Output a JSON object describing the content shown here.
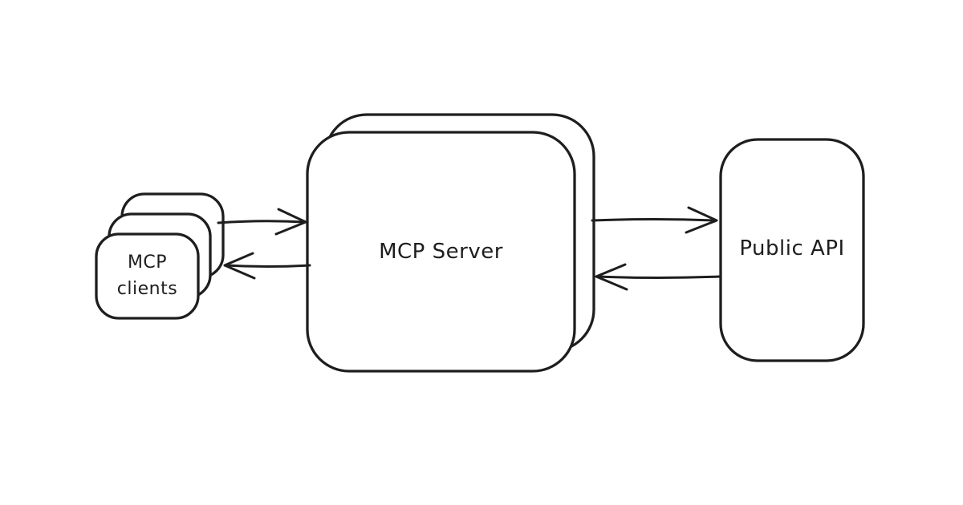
{
  "canvas": {
    "background": "#ffffff",
    "stroke_color": "#1e1e1e",
    "style": "hand-drawn"
  },
  "diagram": {
    "nodes": [
      {
        "id": "mcp-clients",
        "label": "MCP clients",
        "shape": "stacked-cards",
        "stack_count": 3
      },
      {
        "id": "mcp-server",
        "label": "MCP Server",
        "shape": "stacked-cards",
        "stack_count": 2
      },
      {
        "id": "public-api",
        "label": "Public API",
        "shape": "rounded-rect",
        "stack_count": 1
      }
    ],
    "edges": [
      {
        "from": "mcp-clients",
        "to": "mcp-server",
        "style": "arrow-right"
      },
      {
        "from": "mcp-server",
        "to": "mcp-clients",
        "style": "arrow-left"
      },
      {
        "from": "mcp-server",
        "to": "public-api",
        "style": "arrow-right"
      },
      {
        "from": "public-api",
        "to": "mcp-server",
        "style": "arrow-left"
      }
    ]
  }
}
